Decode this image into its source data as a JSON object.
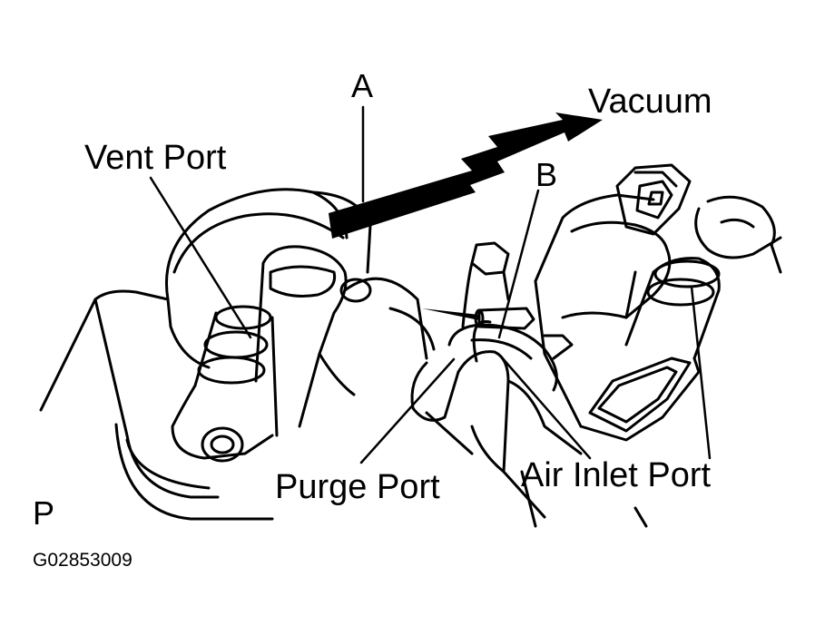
{
  "labels": {
    "a": "A",
    "b": "B",
    "vacuum": "Vacuum",
    "vent_port": "Vent Port",
    "purge_port": "Purge Port",
    "air_inlet_port": "Air Inlet Port",
    "p": "P",
    "figure_code": "G02853009"
  }
}
